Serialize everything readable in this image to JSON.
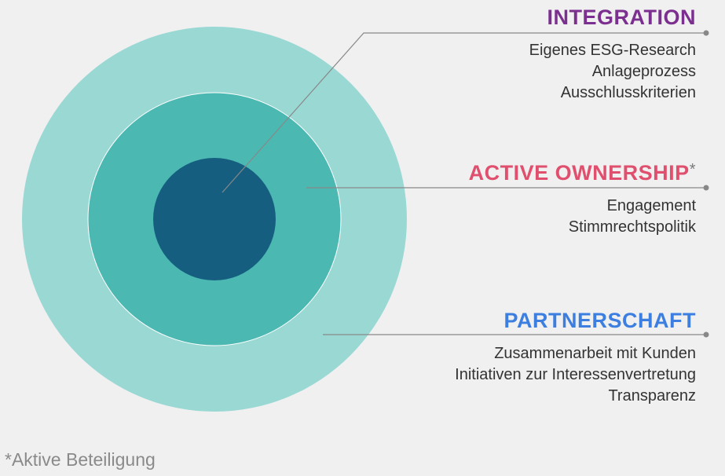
{
  "colors": {
    "background": "#f0f0f0",
    "ring_outer": "#9ad8d4",
    "ring_middle": "#4bb8b2",
    "ring_inner": "#165e80",
    "leader_line": "#888888",
    "integration": "#7b2f8e",
    "active_ownership": "#e0506e",
    "partnerschaft": "#3c7fe0"
  },
  "rings": [
    {
      "name": "outer",
      "label_ref": "partnerschaft"
    },
    {
      "name": "middle",
      "label_ref": "active_ownership"
    },
    {
      "name": "inner",
      "label_ref": "integration"
    }
  ],
  "integration": {
    "heading": "INTEGRATION",
    "items": [
      "Eigenes ESG-Research",
      "Anlageprozess",
      "Ausschlusskriterien"
    ]
  },
  "active_ownership": {
    "heading": "ACTIVE OWNERSHIP",
    "marker": "*",
    "items": [
      "Engagement",
      "Stimmrechtspolitik"
    ]
  },
  "partnerschaft": {
    "heading": "PARTNERSCHAFT",
    "items": [
      "Zusammenarbeit mit Kunden",
      "Initiativen zur Interessenvertretung",
      "Transparenz"
    ]
  },
  "footnote": "*Aktive Beteiligung"
}
